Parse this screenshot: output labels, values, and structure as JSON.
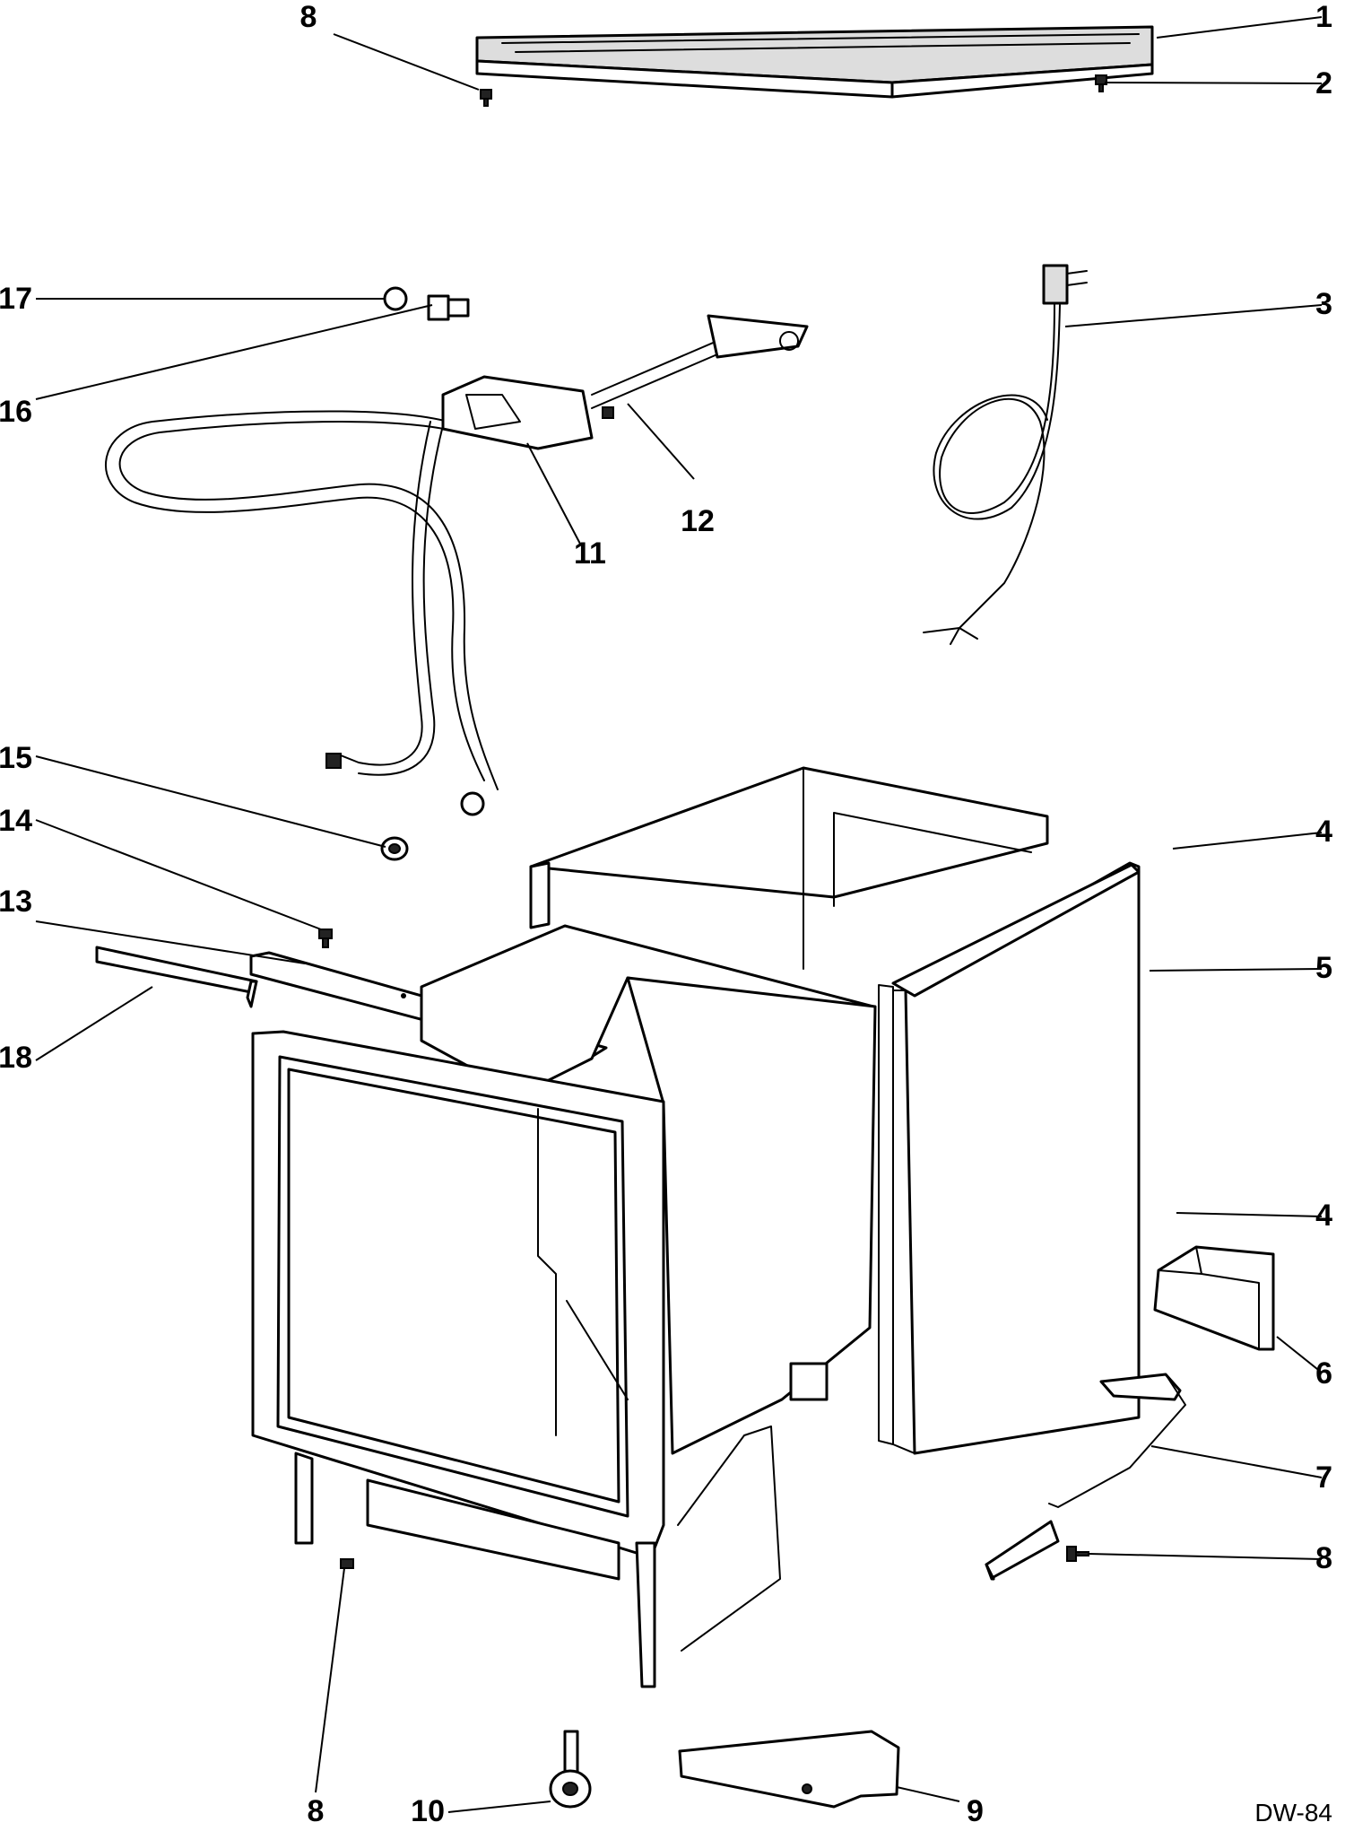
{
  "diagram_code": "DW-84",
  "callouts": [
    "1",
    "2",
    "3",
    "4",
    "5",
    "4",
    "6",
    "7",
    "8",
    "9",
    "10",
    "8",
    "11",
    "12",
    "13",
    "14",
    "15",
    "16",
    "17",
    "18",
    "8"
  ]
}
